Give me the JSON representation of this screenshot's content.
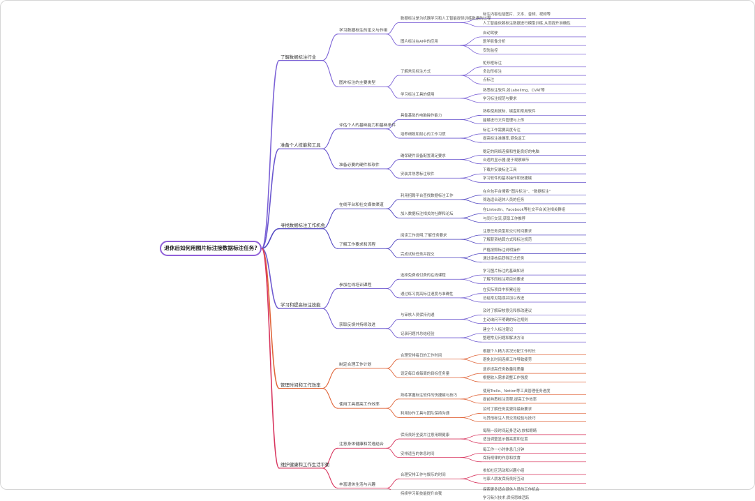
{
  "root": "退休后如何用图片标注接数据标注任务?",
  "branches": [
    {
      "label": "了解数据标注行业",
      "color": "#7b61d6",
      "children": [
        {
          "label": "学习数据标注的定义与作用",
          "children": [
            {
              "label": "数据标注是为机器学习和人工智能提供训练数据的过程",
              "children": [
                "标注内容包括图片、文本、音频、视频等",
                "人工智能依赖标注数据进行模型训练,从而提升准确性"
              ]
            },
            {
              "label": "图片标注在AI中的应用",
              "children": [
                "自动驾驶",
                "医学影像分析",
                "安防监控"
              ]
            }
          ]
        },
        {
          "label": "图片标注的主要类型",
          "children": [
            {
              "label": "了解常见标注方式",
              "children": [
                "矩形框标注",
                "多边形标注",
                "点标注"
              ]
            },
            {
              "label": "学习标注工具的使用",
              "children": [
                "熟悉标注软件,如LabelImg、CVAT等",
                "学习标注规范与要求"
              ]
            }
          ]
        }
      ]
    },
    {
      "label": "准备个人技能和工具",
      "color": "#6a56cf",
      "children": [
        {
          "label": "评估个人的基础能力和基础条件",
          "children": [
            {
              "label": "具备基础的电脑操作能力",
              "children": [
                "熟练使用鼠标、键盘和常用软件",
                "能够进行文件管理与上传"
              ]
            },
            {
              "label": "培养细致和耐心的工作习惯",
              "children": [
                "标注工作需要高度专注",
                "提高标注准确率,避免返工"
              ]
            }
          ]
        },
        {
          "label": "准备必要的硬件和软件",
          "children": [
            {
              "label": "确保硬件设备配置满足要求",
              "children": [
                "稳定的网络连接和性能良好的电脑",
                "合适的显示器,便于观察细节"
              ]
            },
            {
              "label": "安装并熟悉标注软件",
              "children": [
                "下载并安装标注工具",
                "学习软件的基本操作和快捷键"
              ]
            }
          ]
        }
      ]
    },
    {
      "label": "寻找数据标注工作机会",
      "color": "#5247c2",
      "children": [
        {
          "label": "在线平台和社交媒体渠道",
          "children": [
            {
              "label": "利用招聘平台查找数据标注工作",
              "children": [
                "在众包平台搜索“图片标注”、“数据标注”",
                "筛选适合退休人员的任务"
              ]
            },
            {
              "label": "加入数据标注相关的社群和论坛",
              "children": [
                "在LinkedIn、Facebook等社交平台关注相关群组",
                "与同行交流,获取工作推荐"
              ]
            }
          ]
        },
        {
          "label": "了解工作要求和流程",
          "children": [
            {
              "label": "阅读工作说明,了解任务要求",
              "children": [
                "注意任务类型和交付时间要求",
                "了解薪资结算方式和标注规范"
              ]
            },
            {
              "label": "完成试标任务并提交",
              "children": [
                "严格按照标注说明操作",
                "通过审核后获得正式任务"
              ]
            }
          ]
        }
      ]
    },
    {
      "label": "学习和提高标注技能",
      "color": "#6f5ad0",
      "children": [
        {
          "label": "参加在线培训课程",
          "children": [
            {
              "label": "选择免费或付费的在线课程",
              "children": [
                "学习图片标注的基础知识",
                "了解不同标注项目的要求"
              ]
            },
            {
              "label": "通过练习提高标注速度与准确性",
              "children": [
                "在实际项目中积累经验",
                "总结常见错误并加以改进"
              ]
            }
          ]
        },
        {
          "label": "获取反馈并持续改进",
          "children": [
            {
              "label": "与审核人员保持沟通",
              "children": [
                "及时了解审核意见和修改建议",
                "主动询问不明确的标注规则"
              ]
            },
            {
              "label": "记录问题并总结经验",
              "children": [
                "建立个人标注笔记",
                "整理常见问题和解决方法"
              ]
            }
          ]
        }
      ]
    },
    {
      "label": "管理时间和工作效率",
      "color": "#e0653a",
      "children": [
        {
          "label": "制定合理工作计划",
          "children": [
            {
              "label": "合理安排每日的工作时间",
              "children": [
                "根据个人精力状况分配工作时长",
                "避免长时间连续工作导致疲劳"
              ]
            },
            {
              "label": "设定每日或每周的目标任务量",
              "children": [
                "逐步提高任务数量和质量",
                "根据收入需求调整工作强度"
              ]
            }
          ]
        },
        {
          "label": "使用工具提高工作效率",
          "children": [
            {
              "label": "熟练掌握标注软件的快捷键与技巧",
              "children": [
                "使用Trello、Notion等工具管理任务进度",
                "提前熟悉标注流程,提高工作效率"
              ]
            },
            {
              "label": "利用协作工具与团队保持沟通",
              "children": [
                "及时了解任务变更和最新要求",
                "与其他标注人员交流经验与技巧"
              ]
            }
          ]
        }
      ]
    },
    {
      "label": "维护健康和工作生活平衡",
      "color": "#d8355e",
      "children": [
        {
          "label": "注意身体健康和劳逸结合",
          "children": [
            {
              "label": "保持良好坐姿并注意用眼健康",
              "children": [
                "每隔一段时间起身活动,放松眼睛",
                "适当调整显示器亮度和位置"
              ]
            },
            {
              "label": "安排适当的休息时间",
              "children": [
                "每工作一小时休息几分钟",
                "保持规律的作息和饮食"
              ]
            }
          ]
        },
        {
          "label": "丰富退休生活与兴趣",
          "children": [
            {
              "label": "合理安排工作与娱乐的时间",
              "children": [
                "参加社区活动和兴趣小组",
                "与家人朋友保持良好互动"
              ]
            },
            {
              "label": "持续学习新技能提升自我",
              "children": [
                "探索更多适合退休人员的工作机会",
                "学习新兴技术,保持思维活跃"
              ]
            }
          ]
        }
      ]
    }
  ]
}
